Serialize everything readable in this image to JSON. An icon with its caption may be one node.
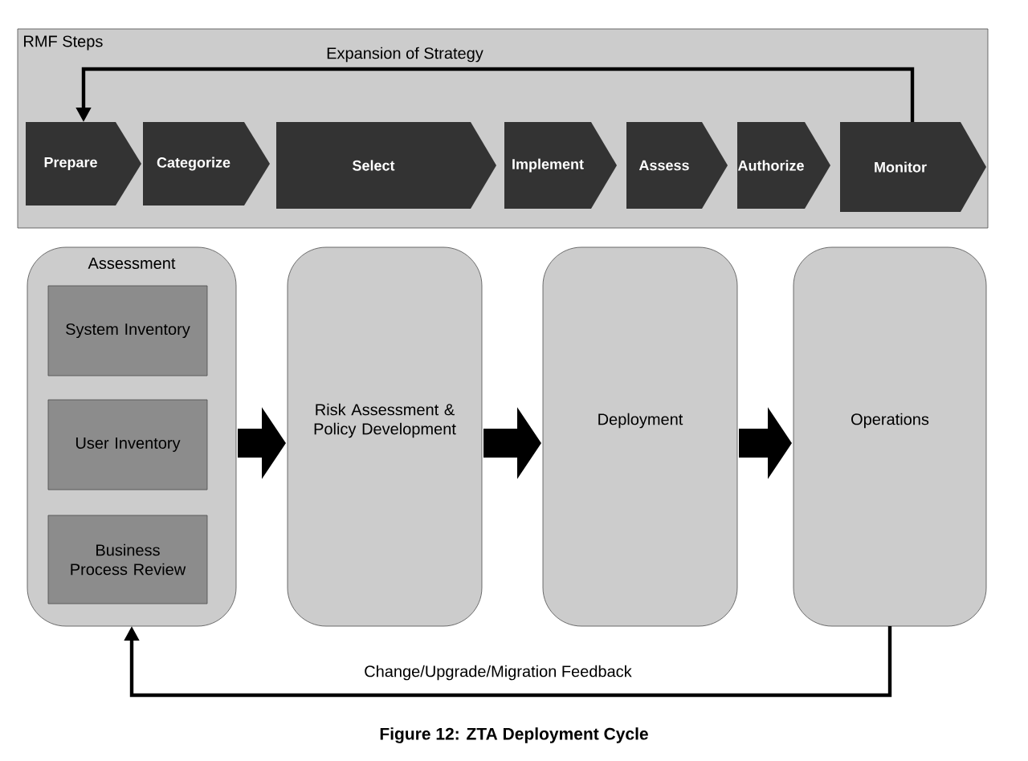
{
  "diagram": {
    "caption": "Figure 12: ZTA Deployment Cycle",
    "nodes": [
      {
        "text": [
          "RMF Steps"
        ]
      },
      {
        "text": [
          "Prepare"
        ],
        "in": 0
      },
      {
        "text": [
          "Categorize"
        ],
        "in": 0
      },
      {
        "text": [
          "Select"
        ],
        "in": 0
      },
      {
        "text": [
          "Implement"
        ],
        "in": 0
      },
      {
        "text": [
          "Assess"
        ],
        "in": 0
      },
      {
        "text": [
          "Authorize"
        ],
        "in": 0
      },
      {
        "text": [
          "Monitor"
        ],
        "in": 0
      },
      {
        "text": [
          "Assessment"
        ]
      },
      {
        "text": [
          "System Inventory"
        ],
        "in": 8
      },
      {
        "text": [
          "User Inventory"
        ],
        "in": 8
      },
      {
        "text": [
          "Business Process Review"
        ],
        "in": 8
      },
      {
        "text": [
          "Risk Assessment & Policy Development"
        ]
      },
      {
        "text": [
          "Deployment"
        ]
      },
      {
        "text": [
          "Operations"
        ]
      }
    ],
    "edges": [
      {
        "from": 7,
        "to": 1,
        "arrow": "to",
        "label": "Expansion of Strategy"
      },
      {
        "from": 8,
        "to": 12,
        "arrow": "to"
      },
      {
        "from": 12,
        "to": 13,
        "arrow": "to"
      },
      {
        "from": 13,
        "to": 14,
        "arrow": "to"
      },
      {
        "from": 14,
        "to": 8,
        "arrow": "to",
        "label": "Change/Upgrade/Migration Feedback"
      }
    ]
  }
}
